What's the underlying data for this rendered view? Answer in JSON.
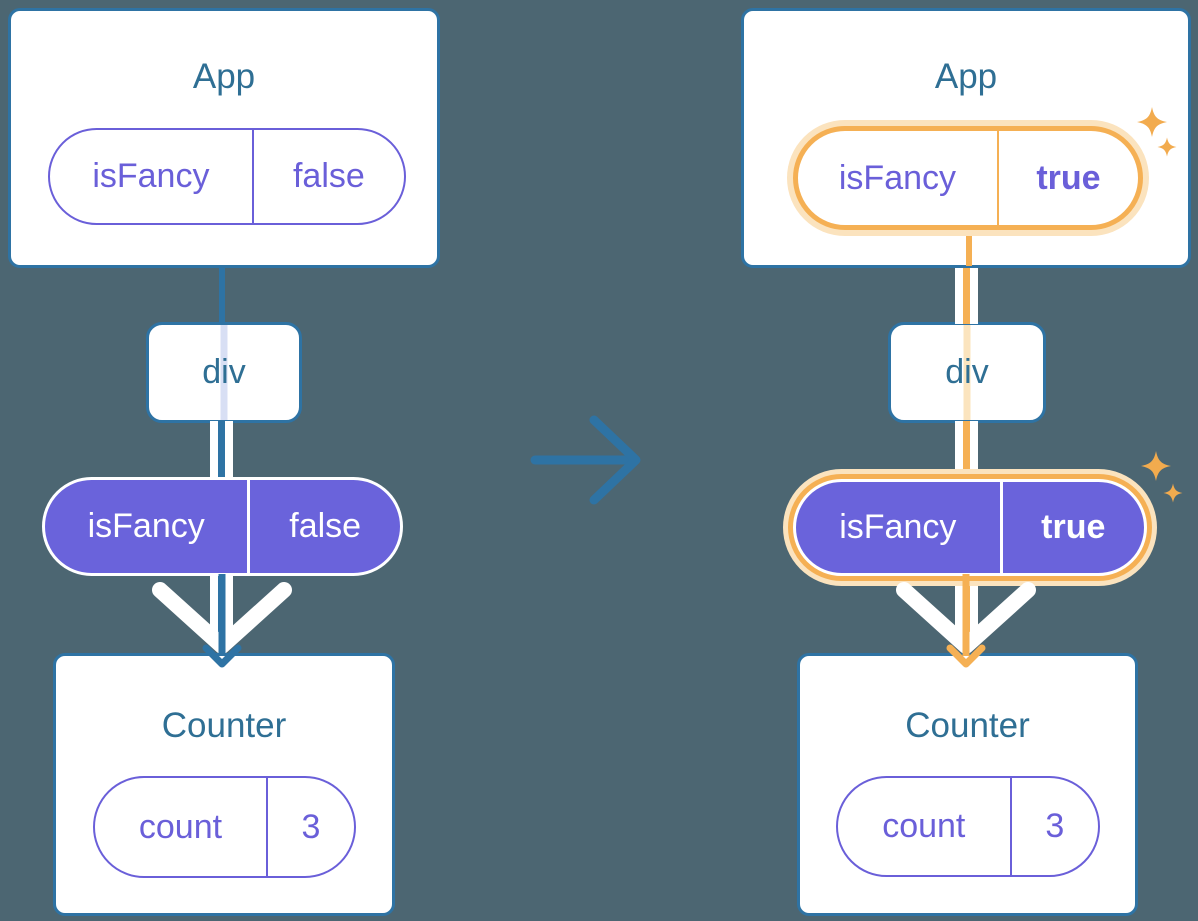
{
  "colors": {
    "background": "#4C6672",
    "steel_blue": "#2E73A4",
    "title_blue": "#2F6F94",
    "purple": "#6A5FD9",
    "purple_fill": "#6A63DB",
    "orange": "#F5B054",
    "orange_halo": "#FBE3BE",
    "lavender_stripe": "#D8DFF4",
    "cream_stripe": "#FBE4BE",
    "white": "#FFFFFF"
  },
  "panels": {
    "before": {
      "app": {
        "title": "App",
        "prop_name": "isFancy",
        "prop_value": "false"
      },
      "div_label": "div",
      "passed_prop": {
        "name": "isFancy",
        "value": "false"
      },
      "counter": {
        "title": "Counter",
        "state_name": "count",
        "state_value": "3"
      }
    },
    "after": {
      "app": {
        "title": "App",
        "prop_name": "isFancy",
        "prop_value": "true"
      },
      "div_label": "div",
      "passed_prop": {
        "name": "isFancy",
        "value": "true"
      },
      "counter": {
        "title": "Counter",
        "state_name": "count",
        "state_value": "3"
      }
    }
  }
}
